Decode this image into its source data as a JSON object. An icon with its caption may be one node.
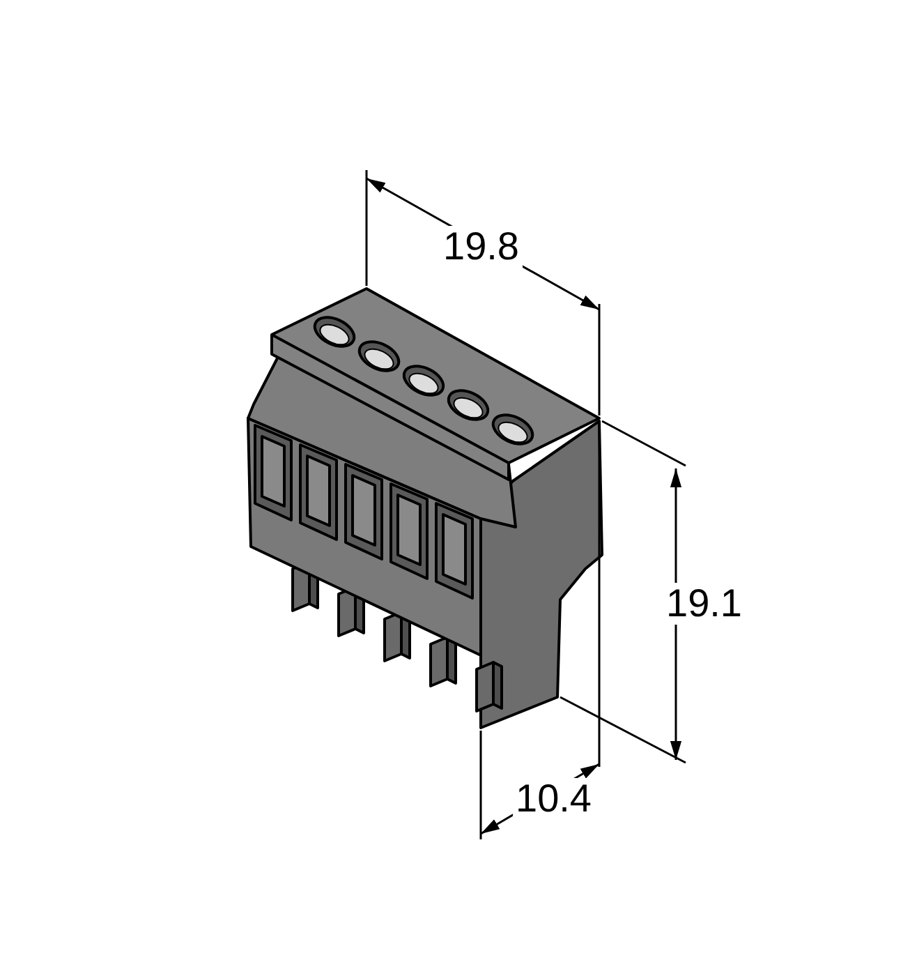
{
  "diagram": {
    "labels": [
      "19.8",
      "19.1",
      "10.4"
    ]
  }
}
